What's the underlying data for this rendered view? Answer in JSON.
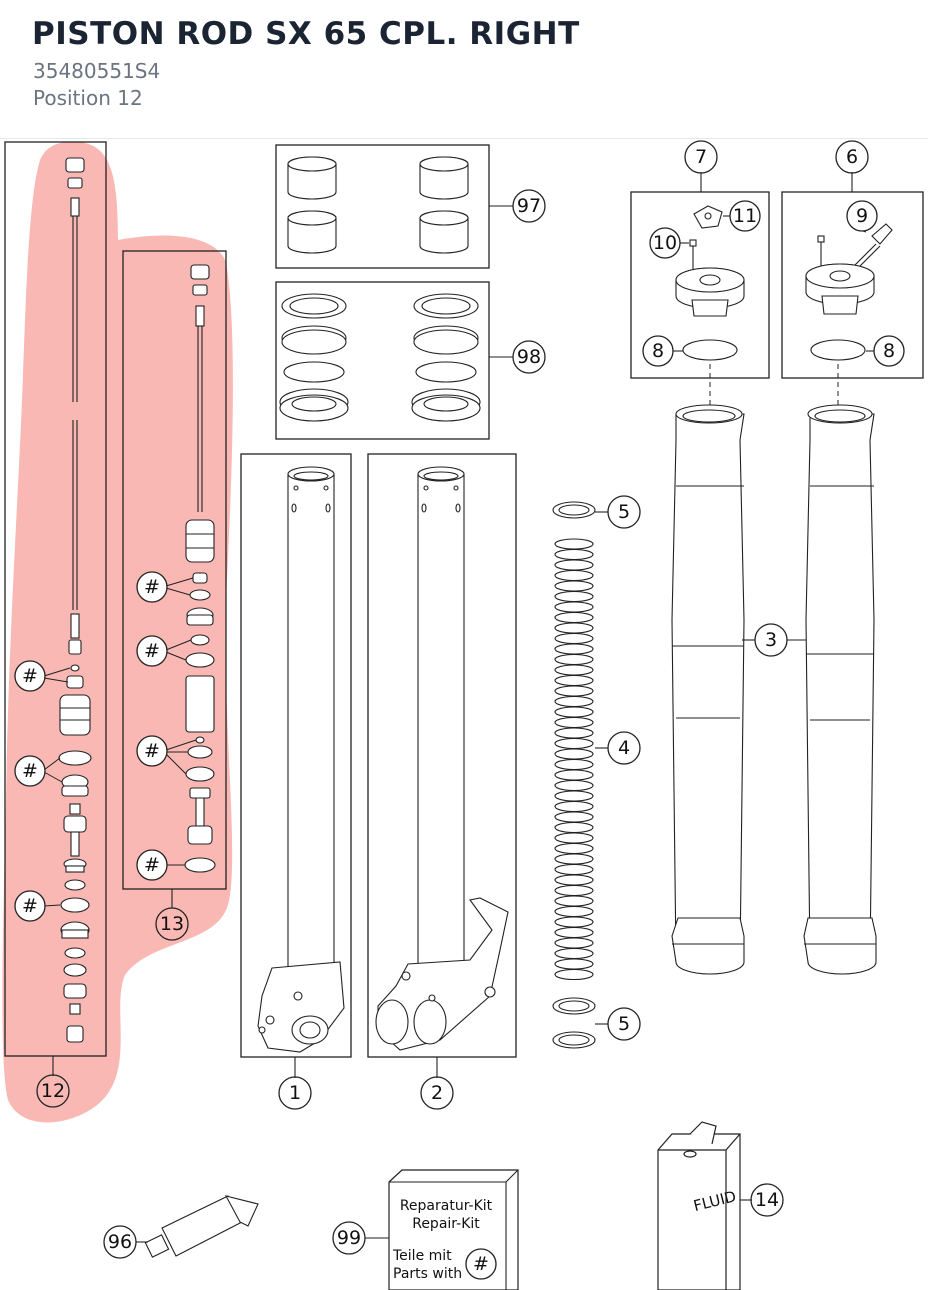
{
  "header": {
    "title": "PISTON ROD SX 65 CPL. RIGHT",
    "part_number": "35480551S4",
    "position": "Position 12"
  },
  "colors": {
    "highlight": "#f9b4b0",
    "line": "#222222",
    "part_fill": "#ffffff",
    "text": "#1b2433",
    "muted": "#6b7480"
  },
  "callouts": {
    "c1": "1",
    "c2": "2",
    "c3": "3",
    "c4": "4",
    "c5a": "5",
    "c5b": "5",
    "c6": "6",
    "c7": "7",
    "c8a": "8",
    "c8b": "8",
    "c9": "9",
    "c10": "10",
    "c11": "11",
    "c12": "12",
    "c13": "13",
    "c14": "14",
    "c96": "96",
    "c97": "97",
    "c98": "98",
    "c99": "99",
    "hash": "#"
  },
  "repair_kit": {
    "line1": "Reparatur-Kit",
    "line2": "Repair-Kit",
    "line3": "Teile mit",
    "line4": "Parts with"
  },
  "fluid_label": "FLUID"
}
